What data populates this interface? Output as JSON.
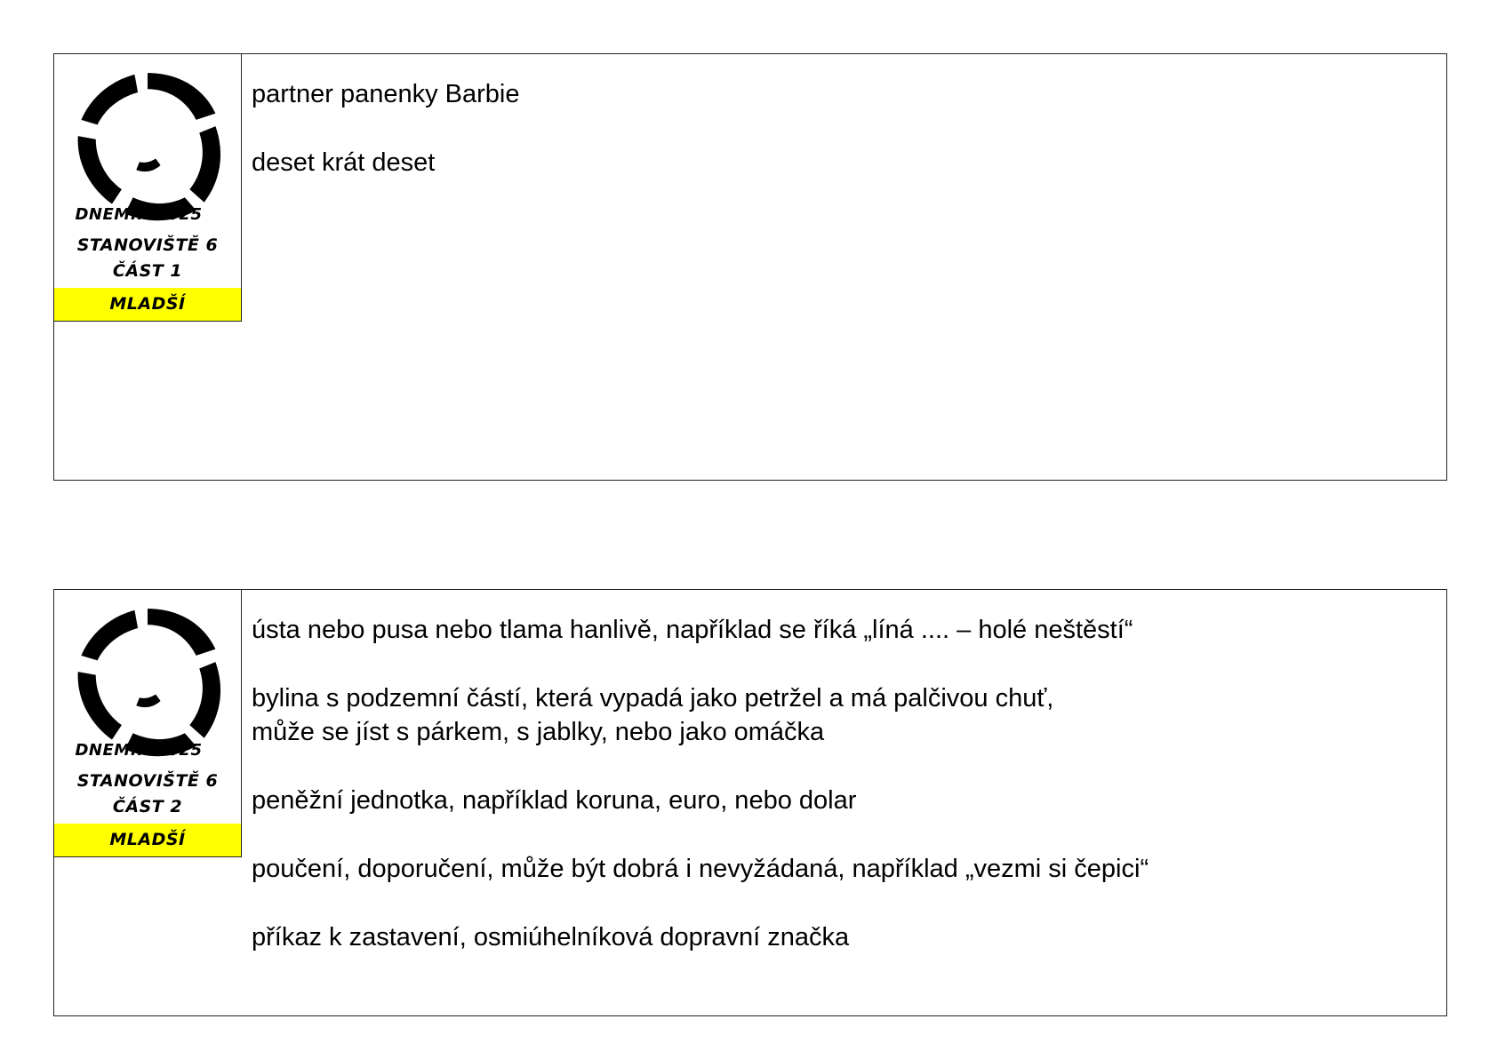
{
  "cards": [
    {
      "badge": {
        "year_line": "DNEM... 2025",
        "station": "STANOVIŠTĚ 6",
        "part": "ČÁST 1",
        "level": "MLADŠÍ"
      },
      "clues": [
        {
          "lines": [
            "partner panenky Barbie"
          ]
        },
        {
          "lines": [
            "deset krát deset"
          ]
        }
      ]
    },
    {
      "badge": {
        "year_line": "DNEM... 2025",
        "station": "STANOVIŠTĚ 6",
        "part": "ČÁST 2",
        "level": "MLADŠÍ"
      },
      "clues": [
        {
          "lines": [
            "ústa nebo pusa nebo tlama hanlivě, například se říká „líná .... – holé neštěstí“"
          ]
        },
        {
          "lines": [
            "bylina s podzemní částí, která vypadá jako petržel a má palčivou chuť,",
            "může se jíst s párkem, s jablky, nebo jako omáčka"
          ]
        },
        {
          "lines": [
            "peněžní jednotka, například koruna, euro, nebo dolar"
          ]
        },
        {
          "lines": [
            "poučení, doporučení, může být dobrá i nevyžádaná, například „vezmi si čepici“"
          ]
        },
        {
          "lines": [
            "příkaz k zastavení, osmiúhelníková dopravní značka"
          ]
        }
      ]
    }
  ]
}
